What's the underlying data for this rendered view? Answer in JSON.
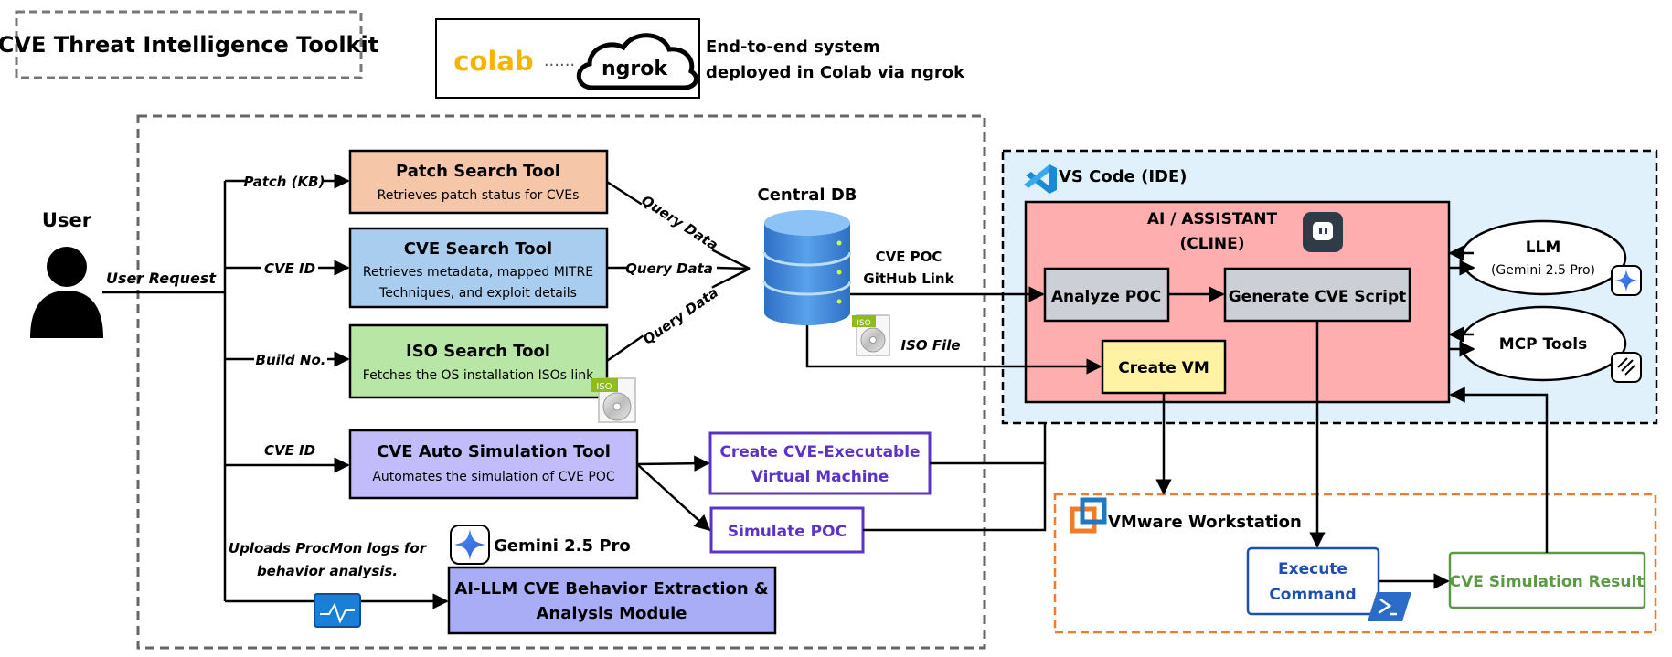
{
  "title": "CVE Threat Intelligence Toolkit",
  "deploy": {
    "colab_logo": "colab",
    "ngrok_logo": "ngrok",
    "dots": "......",
    "line1": "End-to-end system",
    "line2": "deployed in Colab via ngrok"
  },
  "user": {
    "label": "User",
    "request": "User Request"
  },
  "branches": {
    "patch": "Patch (KB)",
    "cve_id_1": "CVE ID",
    "build": "Build No.",
    "cve_id_2": "CVE ID",
    "uploads_line1": "Uploads ProcMon logs for",
    "uploads_line2": "behavior analysis."
  },
  "tools": {
    "patch": {
      "title": "Patch Search Tool",
      "desc": "Retrieves patch status for CVEs"
    },
    "cve": {
      "title": "CVE Search Tool",
      "desc1": "Retrieves metadata, mapped MITRE",
      "desc2": "Techniques, and exploit details"
    },
    "iso": {
      "title": "ISO Search Tool",
      "desc": "Fetches the OS installation ISOs link"
    },
    "sim": {
      "title": "CVE Auto Simulation Tool",
      "desc": "Automates the simulation of CVE POC"
    }
  },
  "query_labels": [
    "Query Data",
    "Query Data",
    "Query Data"
  ],
  "iso_badge": "ISO",
  "central_db": {
    "label": "Central DB",
    "poc_line1": "CVE POC",
    "poc_line2": "GitHub Link",
    "iso_file": "ISO File"
  },
  "sim_outputs": {
    "create_line1": "Create CVE-Executable",
    "create_line2": "Virtual Machine",
    "simulate": "Simulate POC"
  },
  "gemini": {
    "label": "Gemini 2.5 Pro",
    "module_line1": "AI-LLM CVE Behavior Extraction &",
    "module_line2": "Analysis Module"
  },
  "vscode": {
    "label": "VS Code (IDE)",
    "assistant_line1": "AI / ASSISTANT",
    "assistant_line2": "(CLINE)",
    "analyze": "Analyze POC",
    "generate": "Generate CVE Script",
    "create_vm": "Create VM",
    "llm": "LLM",
    "llm_model": "(Gemini 2.5 Pro)",
    "mcp": "MCP Tools"
  },
  "vmware": {
    "label": "VMware Workstation",
    "execute_line1": "Execute",
    "execute_line2": "Command",
    "result": "CVE Simulation Result"
  },
  "colors": {
    "patch_fill": "#f6c6a8",
    "cve_fill": "#a9cdee",
    "iso_fill": "#b8e6a4",
    "sim_fill": "#c2bdfa",
    "module_fill": "#a9adf5",
    "assistant_fill": "#ffaeb0",
    "vscode_bg": "#e1f1fb",
    "vmware_border": "#f07c2a",
    "purple_text": "#5b34c7",
    "blue_text": "#1d4fb0",
    "green_text": "#5a9a43",
    "db_blue": "#3d86d8"
  }
}
